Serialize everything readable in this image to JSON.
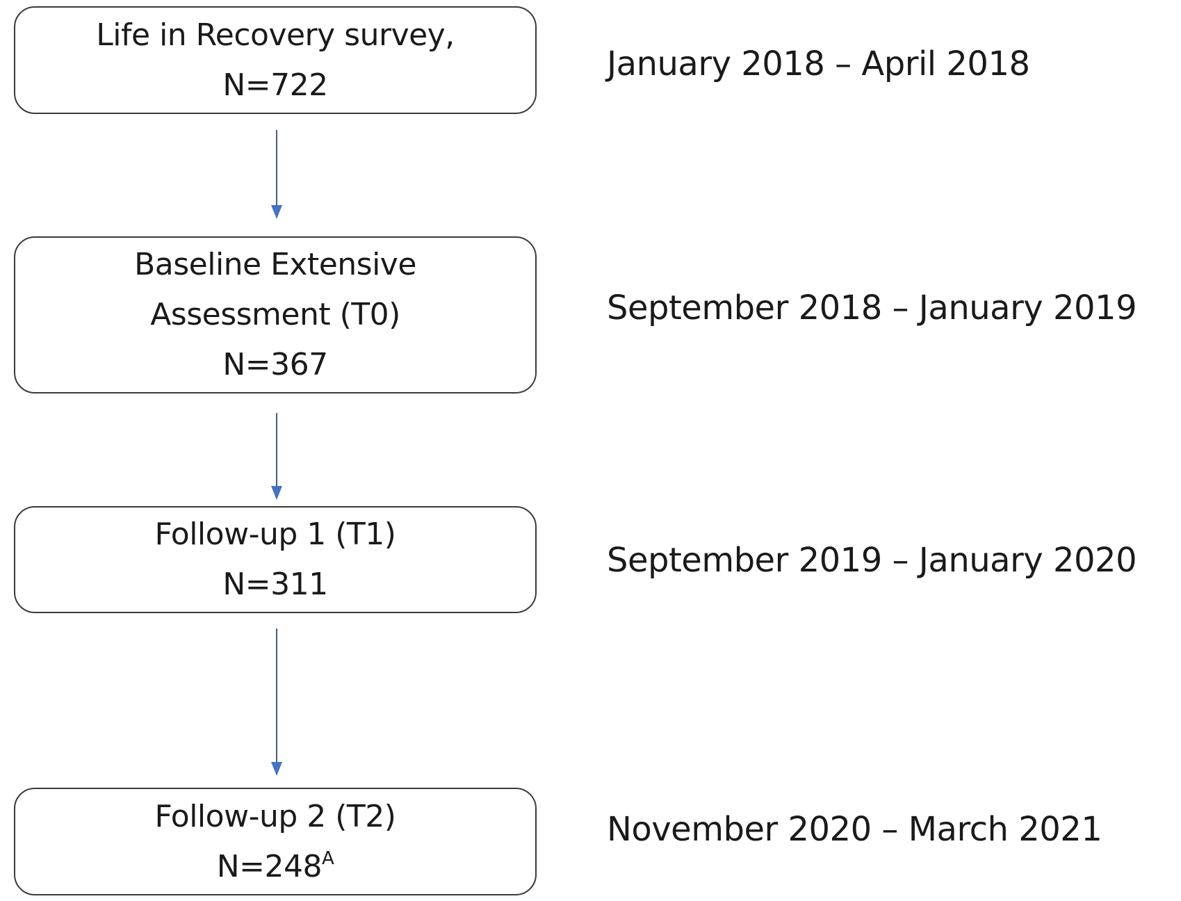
{
  "diagram": {
    "type": "flowchart",
    "colors": {
      "box_border": "#3a3a3a",
      "arrow": "#4472c4",
      "text": "#1a1a1a",
      "background": "#ffffff"
    },
    "stages": [
      {
        "lines": [
          "Life in Recovery survey,",
          "N=722"
        ],
        "n": "N=722",
        "period": "January 2018 – April 2018"
      },
      {
        "lines": [
          "Baseline Extensive",
          "Assessment (T0)",
          "N=367"
        ],
        "n": "N=367",
        "period": "September 2018 – January 2019"
      },
      {
        "lines": [
          "Follow-up 1 (T1)",
          "N=311"
        ],
        "n": "N=311",
        "period": "September 2019 – January 2020"
      },
      {
        "lines": [
          "Follow-up 2 (T2)",
          "N=248"
        ],
        "n": "N=248",
        "n_superscript": "A",
        "period": "November 2020 – March 2021"
      }
    ],
    "arrows": [
      {
        "from": 0,
        "to": 1,
        "icon": "arrow-down-icon"
      },
      {
        "from": 1,
        "to": 2,
        "icon": "arrow-down-icon"
      },
      {
        "from": 2,
        "to": 3,
        "icon": "arrow-down-icon"
      }
    ]
  }
}
